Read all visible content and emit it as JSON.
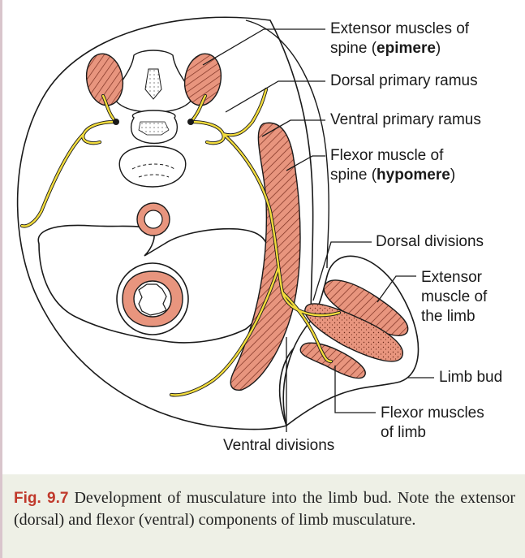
{
  "labels": {
    "extensor_spine_1": "Extensor muscles of",
    "extensor_spine_2a": "spine (",
    "extensor_spine_2b": "epimere",
    "extensor_spine_2c": ")",
    "dorsal_primary_ramus": "Dorsal primary ramus",
    "ventral_primary_ramus": "Ventral primary ramus",
    "flexor_spine_1": "Flexor muscle of",
    "flexor_spine_2a": "spine (",
    "flexor_spine_2b": "hypomere",
    "flexor_spine_2c": ")",
    "dorsal_divisions": "Dorsal divisions",
    "extensor_limb_1": "Extensor",
    "extensor_limb_2": "muscle of",
    "extensor_limb_3": "the limb",
    "limb_bud": "Limb bud",
    "flexor_limb_1": "Flexor muscles",
    "flexor_limb_2": "of limb",
    "ventral_divisions": "Ventral divisions"
  },
  "caption": {
    "label": "Fig. 9.7",
    "text": " Development of musculature into the limb bud. Note the extensor (dorsal) and flexor (ventral) components of limb musculature."
  },
  "colors": {
    "muscle_fill": "#e8957e",
    "nerve": "#f2dc3c",
    "outline": "#1a1a1a",
    "caption_label": "#c0392b",
    "caption_bg": "#eef0e6",
    "side_rule": "#d9c5cc"
  }
}
